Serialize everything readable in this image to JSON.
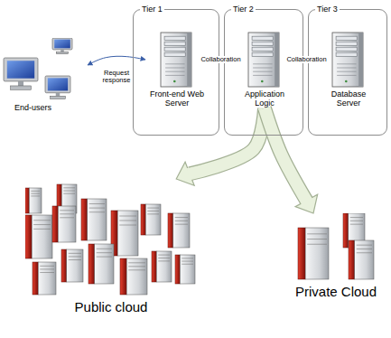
{
  "diagram": {
    "nodes": [
      {
        "text": [
          "End-users"
        ]
      },
      {
        "text": [
          "Tier 1"
        ]
      },
      {
        "text": [
          "Front-end Web Server"
        ],
        "in": 1
      },
      {
        "text": [
          "Tier 2"
        ]
      },
      {
        "text": [
          "Application Logic"
        ],
        "in": 3
      },
      {
        "text": [
          "Tier 3"
        ]
      },
      {
        "text": [
          "Database Server"
        ],
        "in": 5
      },
      {
        "text": [
          "Public cloud"
        ]
      },
      {
        "text": [
          "Private Cloud"
        ]
      }
    ],
    "edges": [
      {
        "from": 0,
        "to": 2,
        "label": "Request response",
        "arrow": "both"
      },
      {
        "from": 2,
        "to": 4,
        "label": "Collaboration",
        "arrow": "both"
      },
      {
        "from": 4,
        "to": 6,
        "label": "Collaboration",
        "arrow": "both"
      },
      {
        "from": 4,
        "to": 7,
        "arrow": "to"
      },
      {
        "from": 4,
        "to": 8,
        "arrow": "to"
      }
    ]
  }
}
